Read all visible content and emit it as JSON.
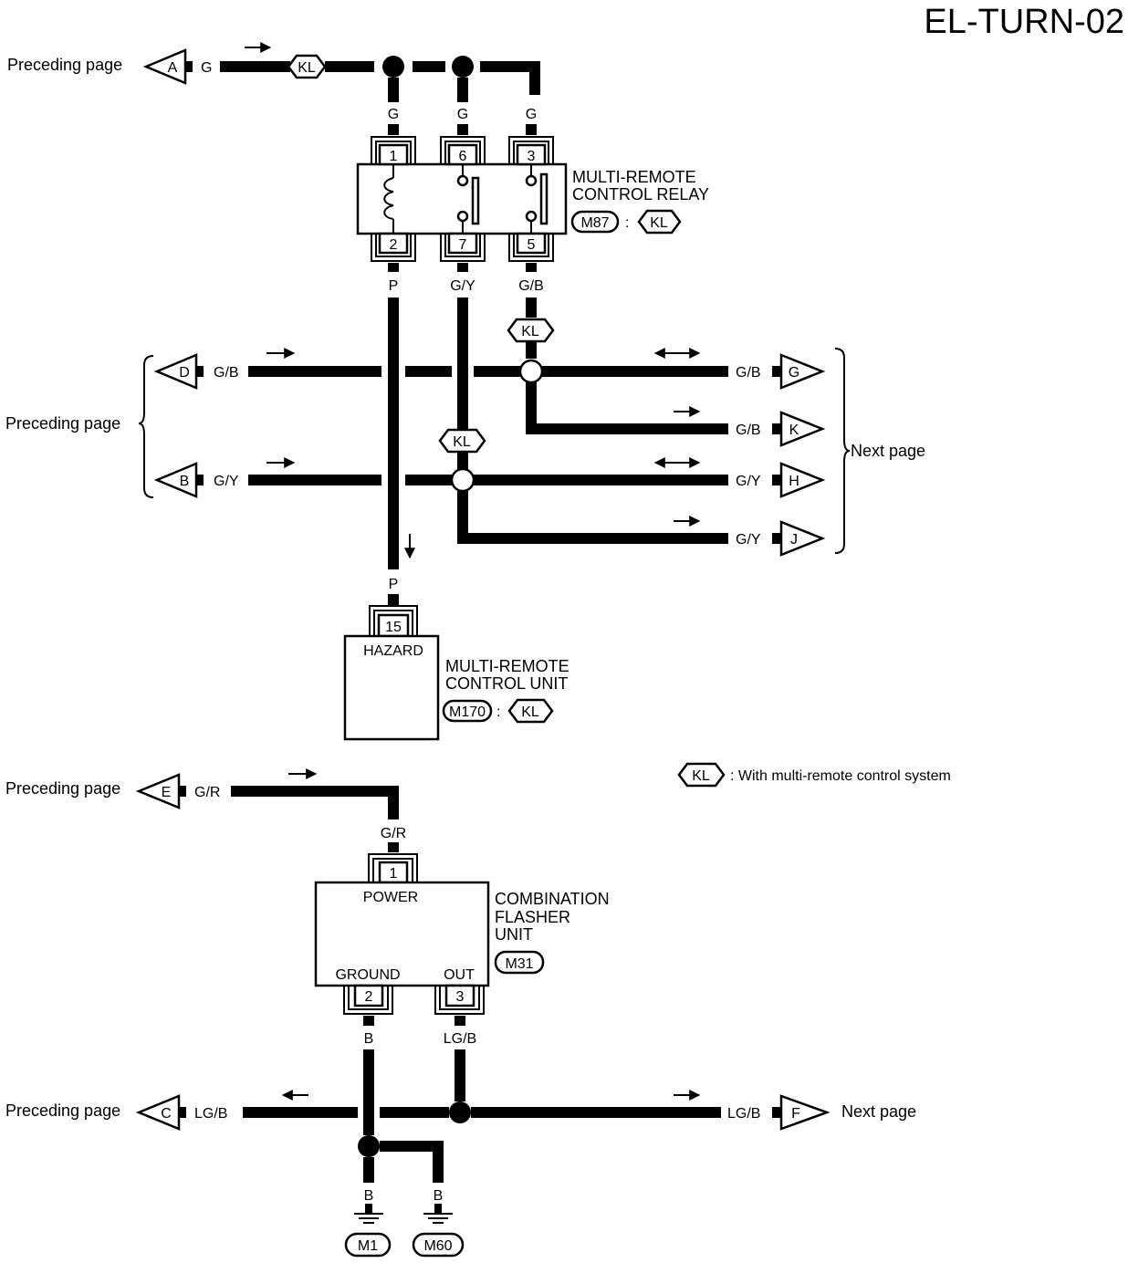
{
  "page_title": "EL-TURN-02",
  "nav": {
    "preceding": "Preceding page",
    "next": "Next page"
  },
  "connectors": {
    "A": {
      "letter": "A",
      "wire": "G"
    },
    "B": {
      "letter": "B",
      "wire": "G/Y"
    },
    "C": {
      "letter": "C",
      "wire": "LG/B"
    },
    "D": {
      "letter": "D",
      "wire": "G/B"
    },
    "E": {
      "letter": "E",
      "wire": "G/R"
    },
    "F": {
      "letter": "F",
      "wire": "LG/B"
    },
    "G": {
      "letter": "G",
      "wire": "G/B"
    },
    "H": {
      "letter": "H",
      "wire": "G/Y"
    },
    "J": {
      "letter": "J",
      "wire": "G/Y"
    },
    "K": {
      "letter": "K",
      "wire": "G/B"
    }
  },
  "option_tag": "KL",
  "legend": {
    "tag": "KL",
    "text": ": With multi-remote control system"
  },
  "relay": {
    "name_line1": "MULTI-REMOTE",
    "name_line2": "CONTROL RELAY",
    "connector_id": "M87",
    "separator": ":",
    "tag": "KL",
    "pins_top": [
      "1",
      "6",
      "3"
    ],
    "pins_bottom": [
      "2",
      "7",
      "5"
    ],
    "wires_top": [
      "G",
      "G",
      "G"
    ],
    "wires_bottom": [
      "P",
      "G/Y",
      "G/B"
    ]
  },
  "remote_unit": {
    "name_line1": "MULTI-REMOTE",
    "name_line2": "CONTROL UNIT",
    "connector_id": "M170",
    "separator": ":",
    "tag": "KL",
    "pin": "15",
    "terminal": "HAZARD",
    "wire": "P"
  },
  "flasher": {
    "name_line1": "COMBINATION",
    "name_line2": "FLASHER",
    "name_line3": "UNIT",
    "connector_id": "M31",
    "power_pin": "1",
    "power_label": "POWER",
    "power_wire": "G/R",
    "ground_pin": "2",
    "ground_label": "GROUND",
    "ground_wire": "B",
    "out_pin": "3",
    "out_label": "OUT",
    "out_wire": "LG/B"
  },
  "grounds": [
    {
      "id": "M1",
      "wire": "B"
    },
    {
      "id": "M60",
      "wire": "B"
    }
  ]
}
